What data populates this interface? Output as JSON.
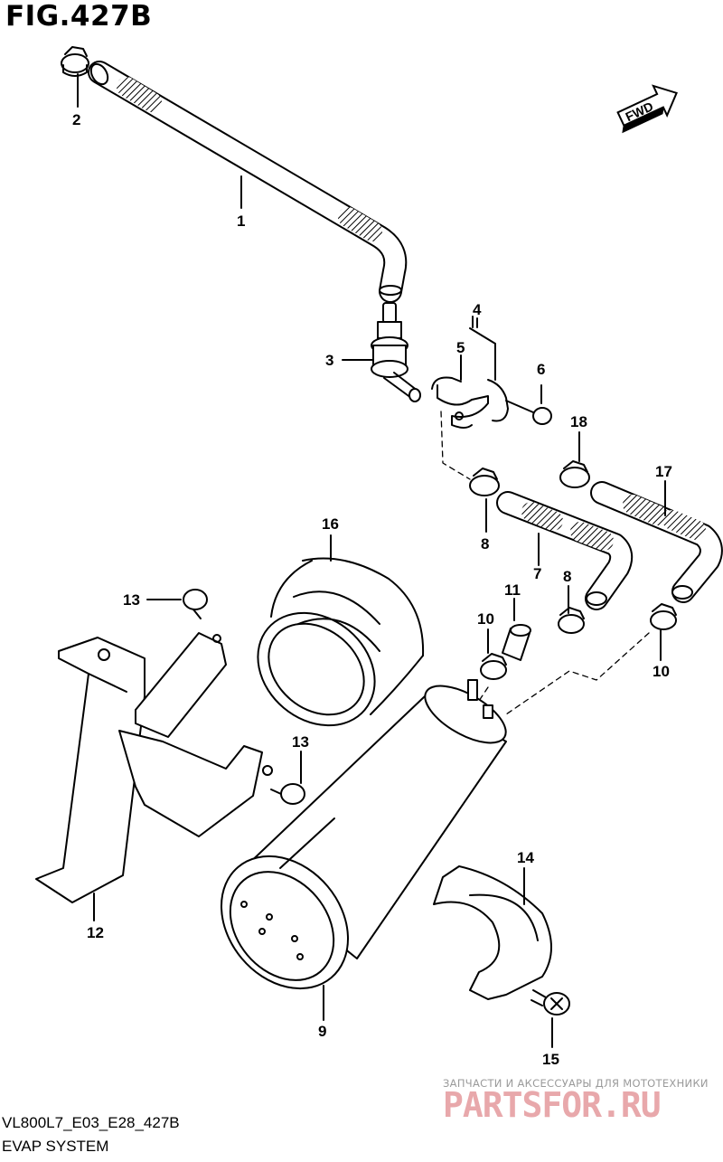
{
  "figure": {
    "title": "FIG.427B",
    "model_code": "VL800L7_E03_E28_427B",
    "system_name": "EVAP SYSTEM",
    "direction_label": "FWD"
  },
  "callouts": [
    {
      "key": "c1",
      "label": "1"
    },
    {
      "key": "c2",
      "label": "2"
    },
    {
      "key": "c3",
      "label": "3"
    },
    {
      "key": "c4",
      "label": "4"
    },
    {
      "key": "c5",
      "label": "5"
    },
    {
      "key": "c6",
      "label": "6"
    },
    {
      "key": "c7",
      "label": "7"
    },
    {
      "key": "c8a",
      "label": "8"
    },
    {
      "key": "c8b",
      "label": "8"
    },
    {
      "key": "c9",
      "label": "9"
    },
    {
      "key": "c10a",
      "label": "10"
    },
    {
      "key": "c10b",
      "label": "10"
    },
    {
      "key": "c11",
      "label": "11"
    },
    {
      "key": "c12",
      "label": "12"
    },
    {
      "key": "c13a",
      "label": "13"
    },
    {
      "key": "c13b",
      "label": "13"
    },
    {
      "key": "c14",
      "label": "14"
    },
    {
      "key": "c15",
      "label": "15"
    },
    {
      "key": "c16",
      "label": "16"
    },
    {
      "key": "c17",
      "label": "17"
    },
    {
      "key": "c18",
      "label": "18"
    }
  ],
  "watermark": {
    "tagline": "ЗАПЧАСТИ И АКСЕССУАРЫ ДЛЯ МОТОТЕХНИКИ",
    "brand": "PARTSFOR.RU"
  }
}
